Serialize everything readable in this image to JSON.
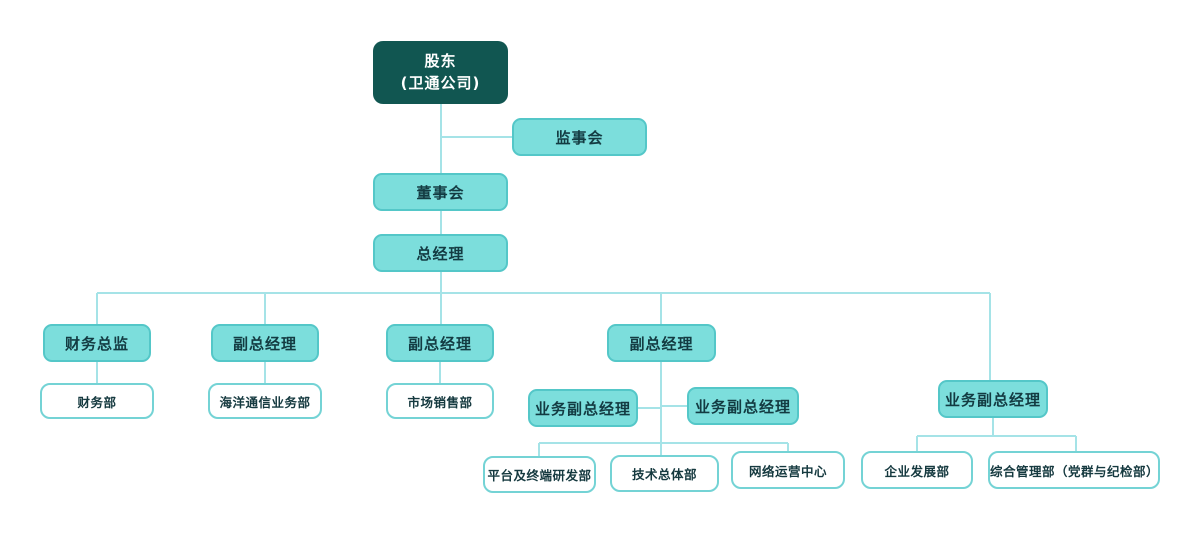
{
  "diagram": {
    "type": "org-chart",
    "labels": {
      "shareholder_line1": "股东",
      "shareholder_line2": "(卫通公司)",
      "supervisory_board": "监事会",
      "board_of_directors": "董事会",
      "general_manager": "总经理",
      "cfo": "财务总监",
      "vp1": "副总经理",
      "vp2": "副总经理",
      "vp3": "副总经理",
      "finance_dept": "财务部",
      "marine_comm_dept": "海洋通信业务部",
      "marketing_dept": "市场销售部",
      "biz_vp_left": "业务副总经理",
      "biz_vp_mid": "业务副总经理",
      "biz_vp_right": "业务副总经理",
      "platform_rnd_dept": "平台及终端研发部",
      "tech_general_dept": "技术总体部",
      "network_ops_center": "网络运营中心",
      "enterprise_dev_dept": "企业发展部",
      "general_mgmt_dept": "综合管理部（党群与纪检部）"
    },
    "edges": [
      [
        "shareholder",
        "supervisory_board"
      ],
      [
        "shareholder",
        "board_of_directors"
      ],
      [
        "board_of_directors",
        "general_manager"
      ],
      [
        "general_manager",
        "cfo"
      ],
      [
        "general_manager",
        "vp1"
      ],
      [
        "general_manager",
        "vp2"
      ],
      [
        "general_manager",
        "vp3"
      ],
      [
        "general_manager",
        "biz_vp_right"
      ],
      [
        "cfo",
        "finance_dept"
      ],
      [
        "vp1",
        "marine_comm_dept"
      ],
      [
        "vp2",
        "marketing_dept"
      ],
      [
        "vp3",
        "biz_vp_left"
      ],
      [
        "vp3",
        "biz_vp_mid"
      ],
      [
        "vp3",
        "platform_rnd_dept"
      ],
      [
        "vp3",
        "tech_general_dept"
      ],
      [
        "vp3",
        "network_ops_center"
      ],
      [
        "biz_vp_right",
        "enterprise_dev_dept"
      ],
      [
        "biz_vp_right",
        "general_mgmt_dept"
      ]
    ],
    "palette": {
      "dark_node_bg": "#115651",
      "teal_node_bg": "#7cdedc",
      "teal_node_border": "#54c7c8",
      "white_node_border": "#74d3d5",
      "dark_text": "#133b42",
      "light_text": "#ffffff",
      "connector": "#a5e3e7",
      "background": "#ffffff"
    }
  }
}
